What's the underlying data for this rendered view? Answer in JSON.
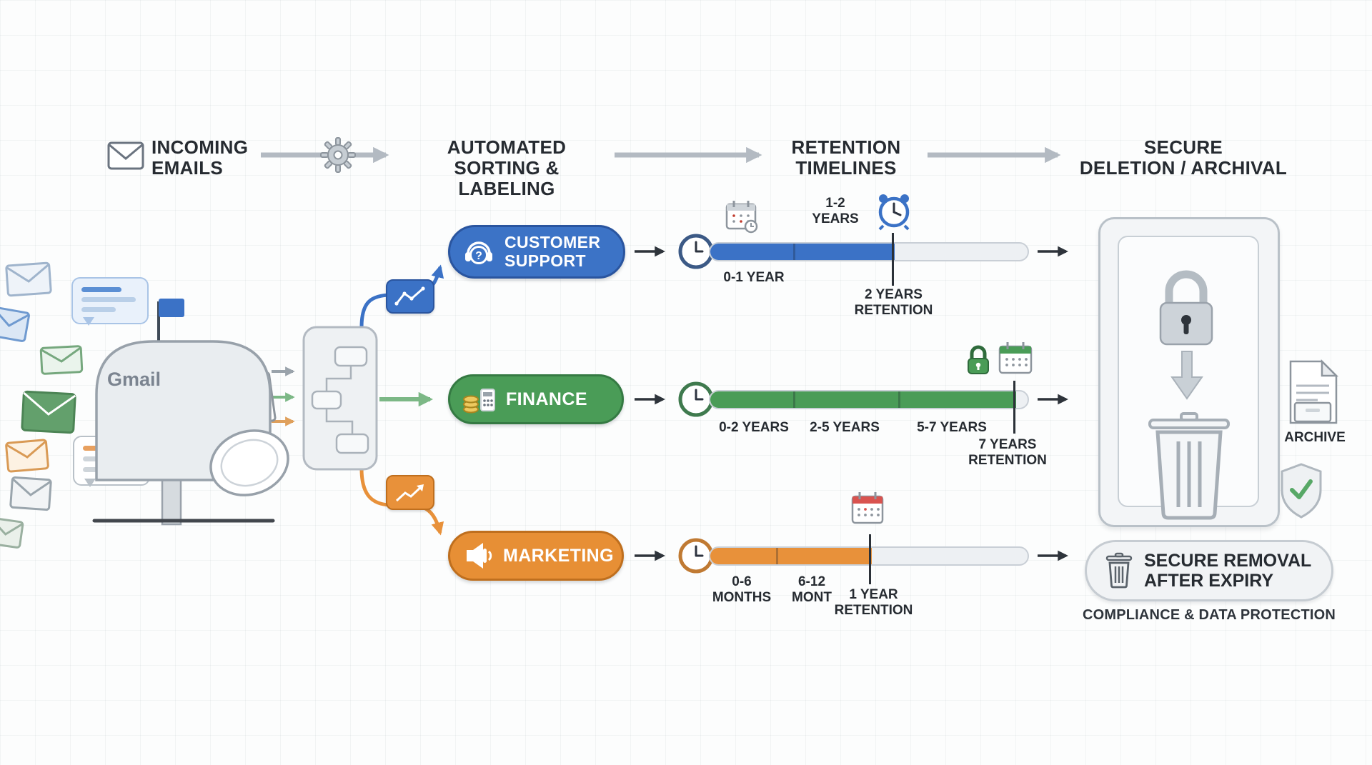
{
  "palette": {
    "blue": "#3b72c6",
    "green": "#4a9c57",
    "orange": "#e8913a",
    "ink": "#262b31",
    "arrow_gray": "#b3bac2",
    "track_bg": "#edf0f3"
  },
  "header": {
    "stage1": {
      "l1": "INCOMING",
      "l2": "EMAILS",
      "icon": "envelope-icon"
    },
    "stage2": {
      "l1": "AUTOMATED",
      "l2": "SORTING & LABELING",
      "icon": "gear-icon"
    },
    "stage3": {
      "l1": "RETENTION",
      "l2": "TIMELINES"
    },
    "stage4": {
      "l1": "SECURE",
      "l2": "DELETION / ARCHIVAL"
    }
  },
  "inbox": {
    "brand": "Gmail"
  },
  "pills": {
    "support": {
      "l1": "CUSTOMER",
      "l2": "SUPPORT",
      "q_mark": "?",
      "icon": "headset-question-icon"
    },
    "finance": {
      "label": "FINANCE",
      "icon": "coins-calculator-icon"
    },
    "marketing": {
      "label": "MARKETING",
      "icon": "megaphone-icon"
    }
  },
  "timelines": {
    "support": {
      "above_l1": "1-2",
      "above_l2": "YEARS",
      "seg1": "0-1 YEAR",
      "ret_l1": "2 YEARS",
      "ret_l2": "RETENTION",
      "icons": [
        "calendar-clock-icon",
        "alarm-clock-icon",
        "clock-icon"
      ]
    },
    "finance": {
      "seg1": "0-2 YEARS",
      "seg2": "2-5 YEARS",
      "seg3": "5-7 YEARS",
      "ret_l1": "7 YEARS",
      "ret_l2": "RETENTION",
      "icons": [
        "lock-icon",
        "calendar-icon",
        "clock-icon"
      ]
    },
    "marketing": {
      "seg1_l1": "0-6",
      "seg1_l2": "MONTHS",
      "seg2_l1": "6-12",
      "seg2_l2": "MONT",
      "ret_l1": "1 YEAR",
      "ret_l2": "RETENTION",
      "icons": [
        "calendar-icon",
        "clock-icon"
      ]
    }
  },
  "deletion": {
    "archive": "ARCHIVE",
    "removal_l1": "SECURE REMOVAL",
    "removal_l2": "AFTER EXPIRY",
    "compliance": "COMPLIANCE & DATA PROTECTION",
    "icons": [
      "safe-icon",
      "padlock-icon",
      "down-arrow-icon",
      "trash-icon",
      "document-archive-icon",
      "shield-check-icon"
    ]
  }
}
